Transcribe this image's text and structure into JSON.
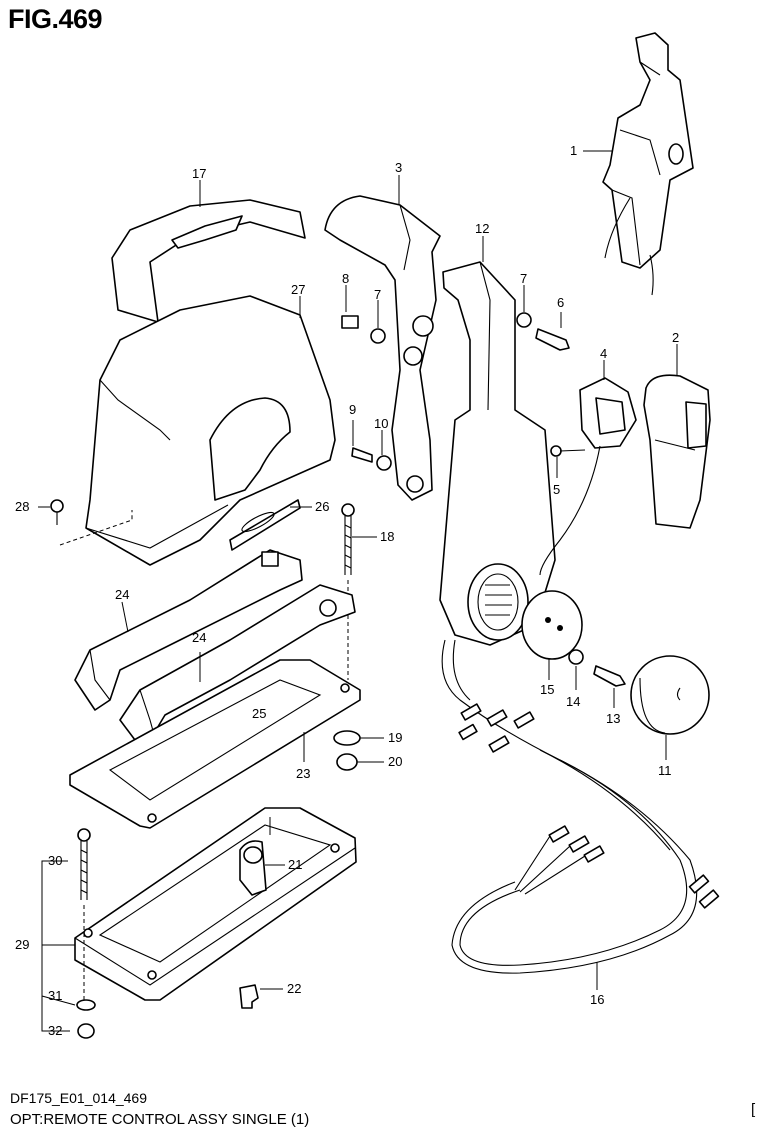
{
  "figure_title": "FIG.469",
  "model_code": "DF175_E01_014_469",
  "caption": "OPT:REMOTE CONTROL ASSY SINGLE (1)",
  "page_mark": "[",
  "callouts": [
    "1",
    "2",
    "3",
    "4",
    "5",
    "6",
    "7",
    "7",
    "8",
    "9",
    "10",
    "11",
    "12",
    "13",
    "14",
    "15",
    "16",
    "17",
    "18",
    "19",
    "20",
    "21",
    "22",
    "23",
    "24",
    "24",
    "25",
    "26",
    "27",
    "28",
    "29",
    "30",
    "31",
    "32"
  ]
}
